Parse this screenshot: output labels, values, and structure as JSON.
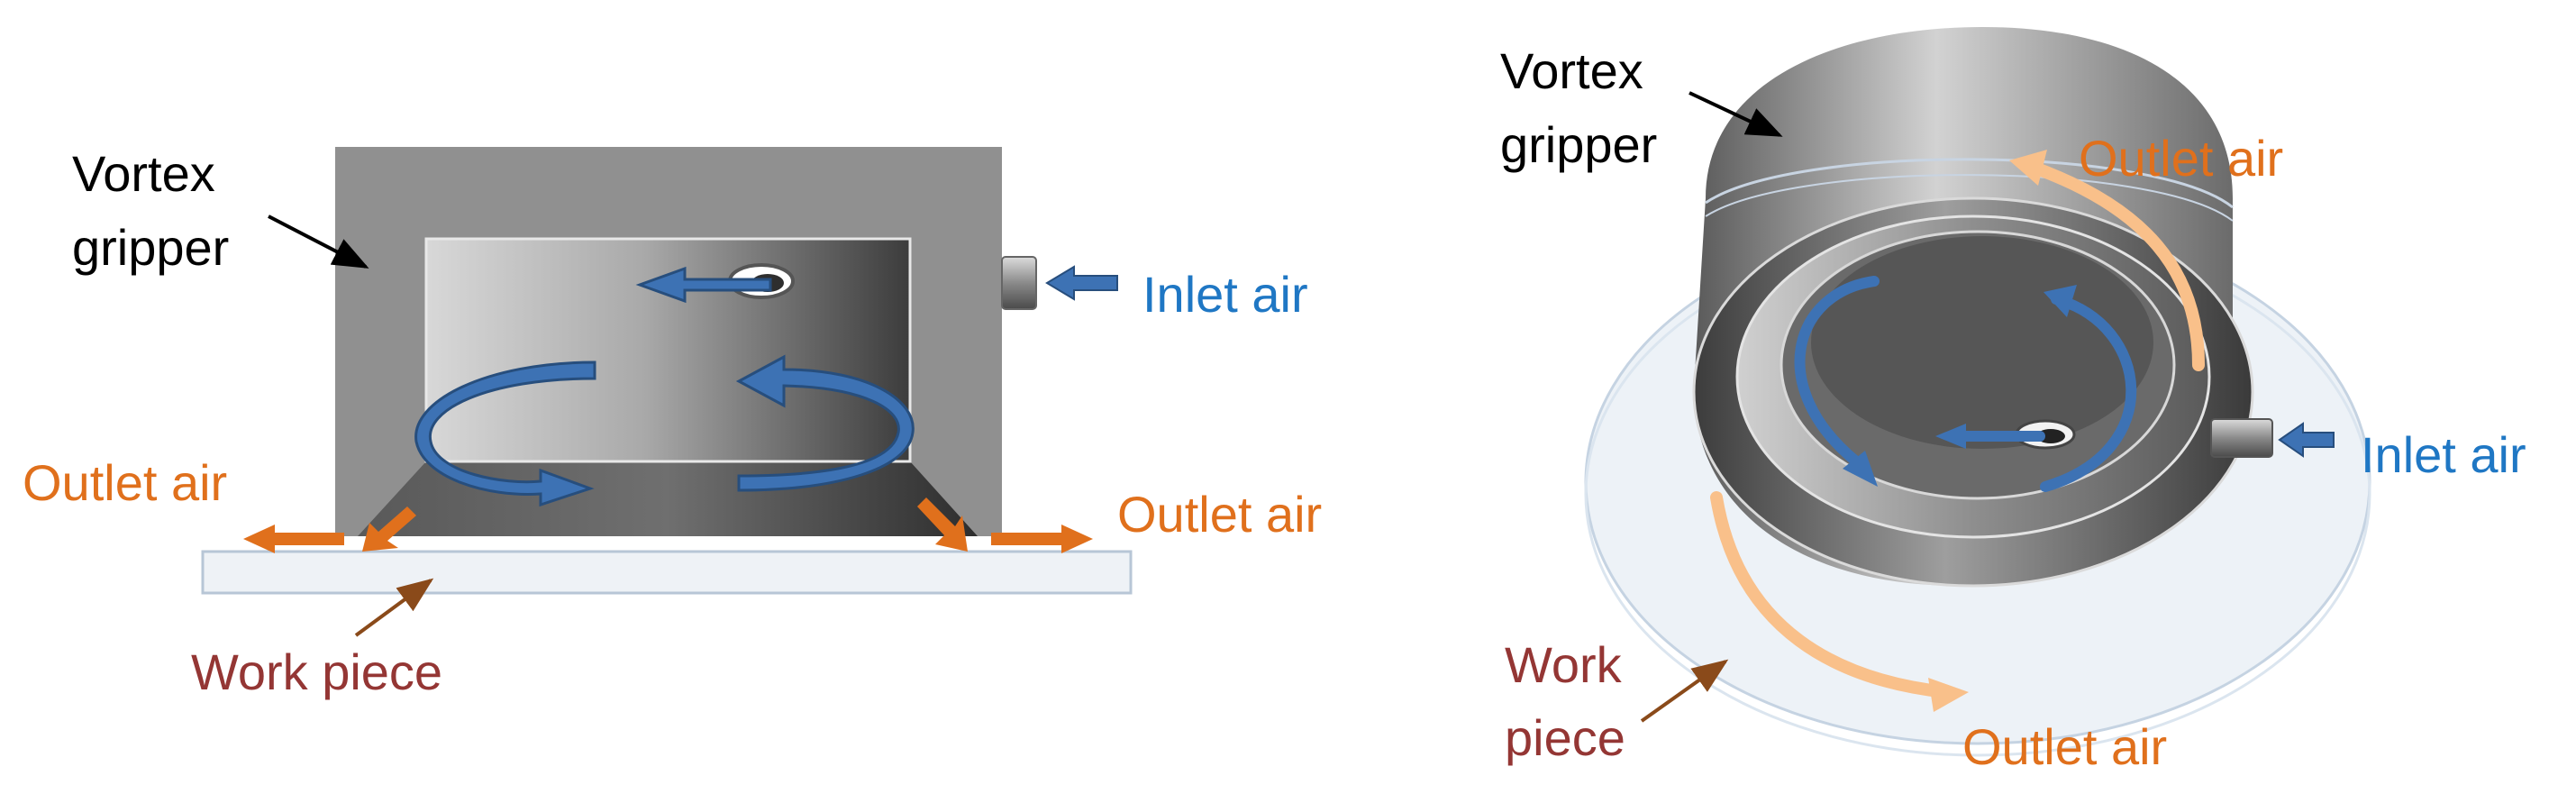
{
  "left_view": {
    "gripper_label": [
      "Vortex",
      "gripper"
    ],
    "inlet_label": "Inlet air",
    "outlet_left_label": "Outlet air",
    "outlet_right_label": "Outlet air",
    "workpiece_label": "Work piece"
  },
  "right_view": {
    "gripper_label": [
      "Vortex",
      "gripper"
    ],
    "outlet_top_label": "Outlet air",
    "inlet_label": "Inlet air",
    "workpiece_label": [
      "Work",
      "piece"
    ],
    "outlet_bottom_label": "Outlet air"
  },
  "colors": {
    "black_text": "#000000",
    "inlet_blue": "#1f77c4",
    "outlet_orange": "#e0701c",
    "workpiece_red": "#943634",
    "flow_arrow_blue": "#3d72b4",
    "outlet_arrow_light": "#f9c08a",
    "gripper_gray": "#909090"
  },
  "icons": {
    "flow_arrow": "curved-arrow-icon",
    "inlet_arrow": "arrow-left-icon",
    "outlet_arrow": "arrow-right-icon"
  }
}
